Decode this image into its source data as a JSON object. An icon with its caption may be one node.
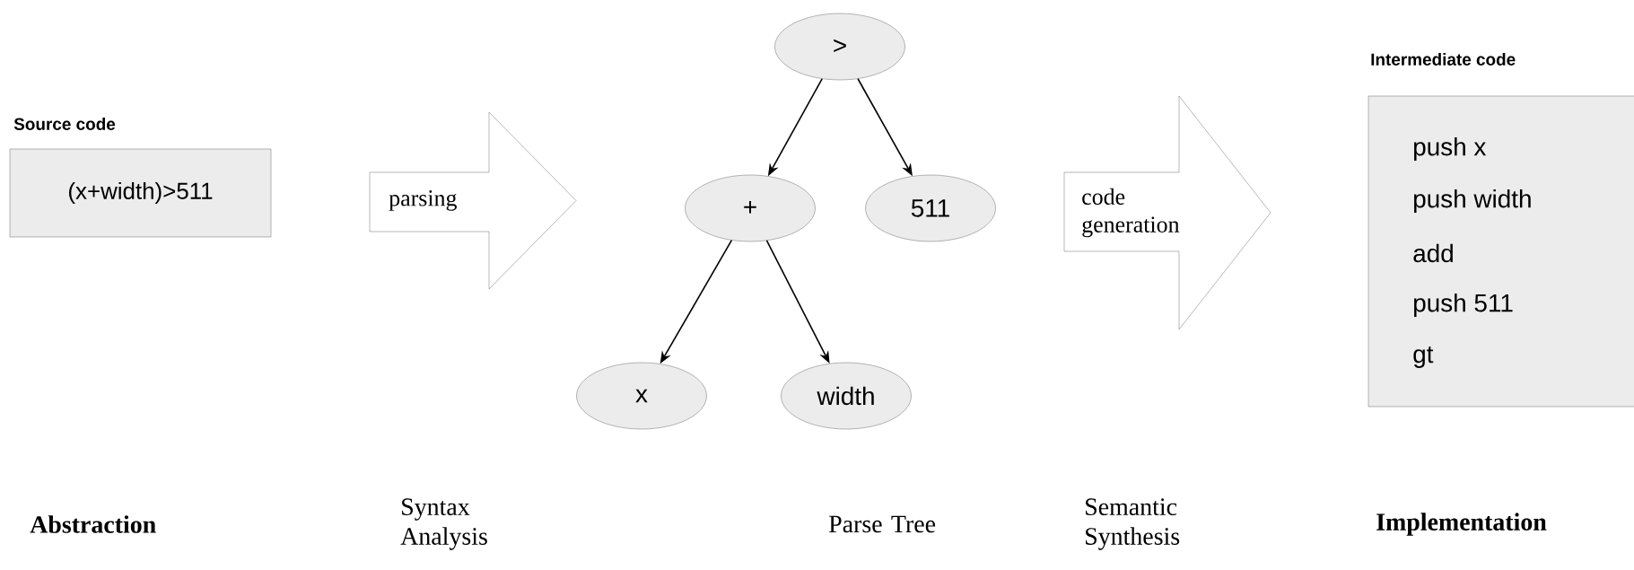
{
  "diagram": {
    "nodes": [
      {
        "text": [
          "Source code",
          "(x+width)>511"
        ]
      },
      {
        "text": [
          "parsing"
        ]
      },
      {
        "text": [
          ">"
        ]
      },
      {
        "text": [
          "+"
        ]
      },
      {
        "text": [
          "511"
        ]
      },
      {
        "text": [
          "x"
        ]
      },
      {
        "text": [
          "width"
        ]
      },
      {
        "text": [
          "code generation"
        ]
      },
      {
        "text": [
          "Intermediate code",
          "push x",
          "push width",
          "add",
          "push 511",
          "gt"
        ]
      }
    ],
    "edges": [
      {
        "from": 2,
        "to": 3,
        "arrow": "to"
      },
      {
        "from": 2,
        "to": 4,
        "arrow": "to"
      },
      {
        "from": 3,
        "to": 5,
        "arrow": "to"
      },
      {
        "from": 3,
        "to": 6,
        "arrow": "to"
      }
    ],
    "labels": [
      "Abstraction",
      "Syntax Analysis",
      "Parse Tree",
      "Semantic Synthesis",
      "Implementation"
    ]
  }
}
